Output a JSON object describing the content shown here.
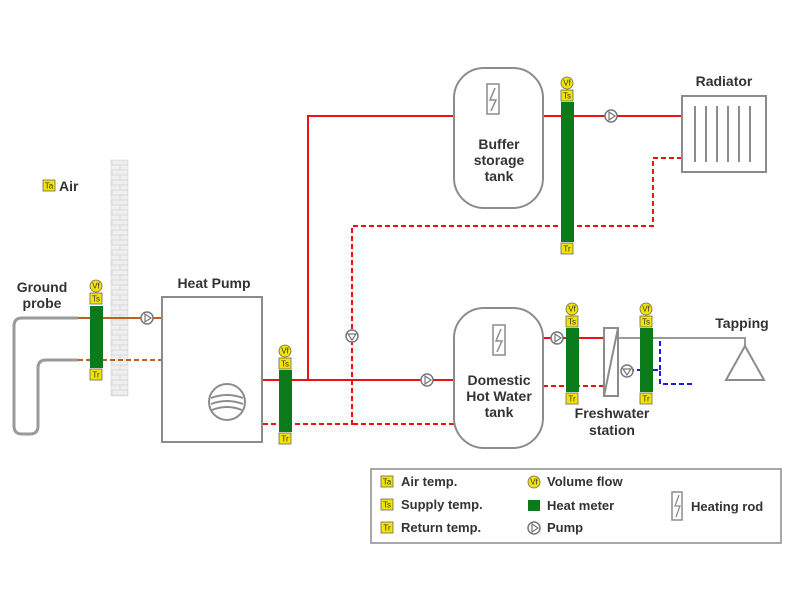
{
  "colors": {
    "supply": "#ee1111",
    "return": "#ee1111",
    "ground": "#c06020",
    "cold_water": "#1a1aee",
    "neutral_pipe": "#9a9a9a",
    "heat_meter": "#0a7a1a",
    "sensor": "#f2e400",
    "outline": "#8c8c8c"
  },
  "labels": {
    "air": "Air",
    "ground_probe_line1": "Ground",
    "ground_probe_line2": "probe",
    "heat_pump": "Heat Pump",
    "buffer_line1": "Buffer",
    "buffer_line2": "storage",
    "buffer_line3": "tank",
    "radiator": "Radiator",
    "dhw_line1": "Domestic",
    "dhw_line2": "Hot Water",
    "dhw_line3": "tank",
    "freshwater_line1": "Freshwater",
    "freshwater_line2": "station",
    "tapping": "Tapping"
  },
  "sensor_tags": {
    "air": "Ta",
    "supply": "Ts",
    "return": "Tr",
    "volume_flow": "Vf"
  },
  "legend": {
    "air_temp": "Air temp.",
    "supply_temp": "Supply temp.",
    "return_temp": "Return temp.",
    "volume_flow": "Volume flow",
    "heat_meter": "Heat meter",
    "pump": "Pump",
    "heating_rod": "Heating rod"
  },
  "icons": [
    "pump-icon",
    "heating-rod-icon",
    "compressor-icon",
    "radiator-icon",
    "heat-exchanger-icon",
    "tap-icon",
    "brick-wall-icon"
  ]
}
